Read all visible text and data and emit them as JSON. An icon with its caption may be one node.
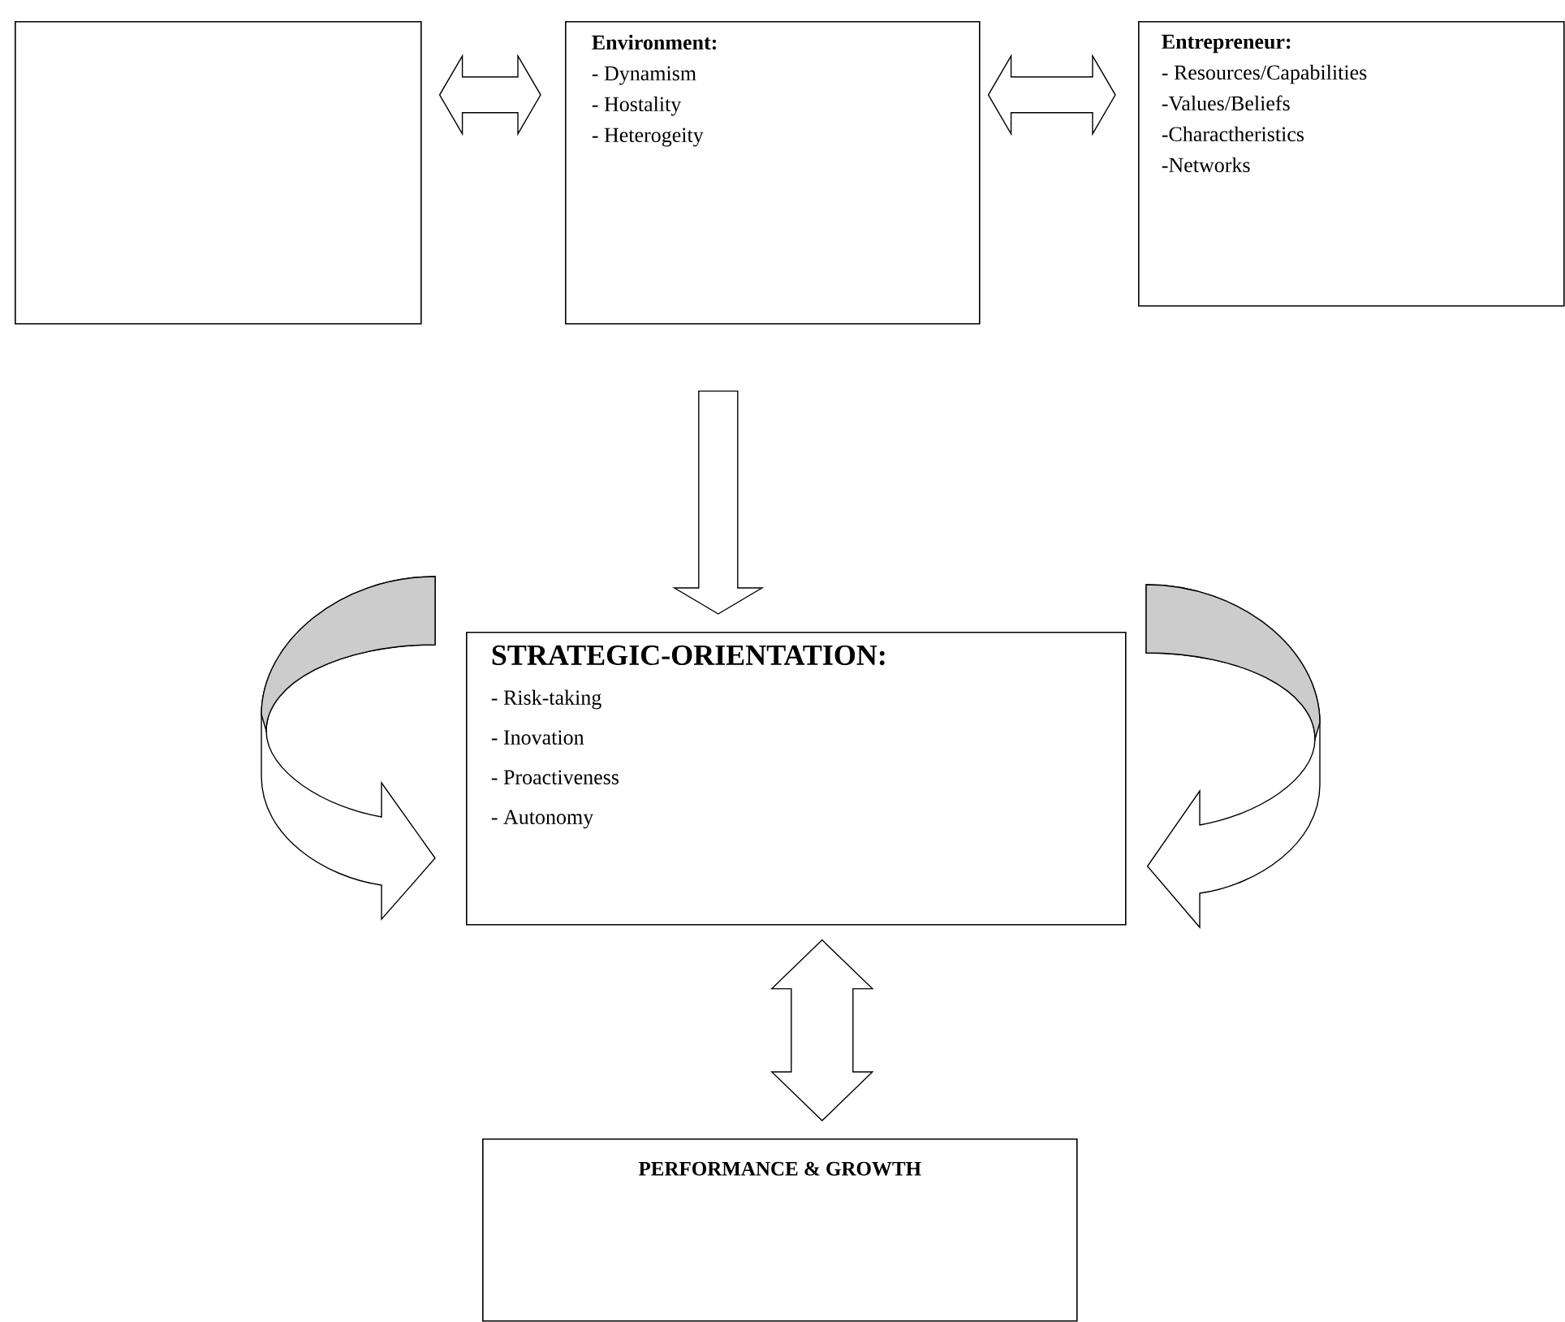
{
  "diagram": {
    "nodes": [
      {
        "text": [],
        "shape": "box"
      },
      {
        "text": [
          "Environment:",
          "- Dynamism",
          "- Hostality",
          "- Heterogeity"
        ]
      },
      {
        "text": [
          "Entrepreneur:",
          "- Resources/Capabilities",
          "-Values/Beliefs",
          "-Charactheristics",
          "-Networks"
        ]
      },
      {
        "text": [
          "STRATEGIC-ORIENTATION:",
          "- Risk-taking",
          "- Inovation",
          "- Proactiveness",
          "- Autonomy"
        ]
      },
      {
        "text": [
          "PERFORMANCE & GROWTH"
        ]
      }
    ],
    "edges": [
      {
        "from": 0,
        "to": 1,
        "arrow": "both"
      },
      {
        "from": 1,
        "to": 2,
        "arrow": "both"
      },
      {
        "from": 1,
        "to": 3,
        "arrow": "to"
      },
      {
        "from": null,
        "to": 3,
        "arrow": "to"
      },
      {
        "from": null,
        "to": 3,
        "arrow": "to"
      },
      {
        "from": 3,
        "to": 4,
        "arrow": "both"
      }
    ]
  }
}
